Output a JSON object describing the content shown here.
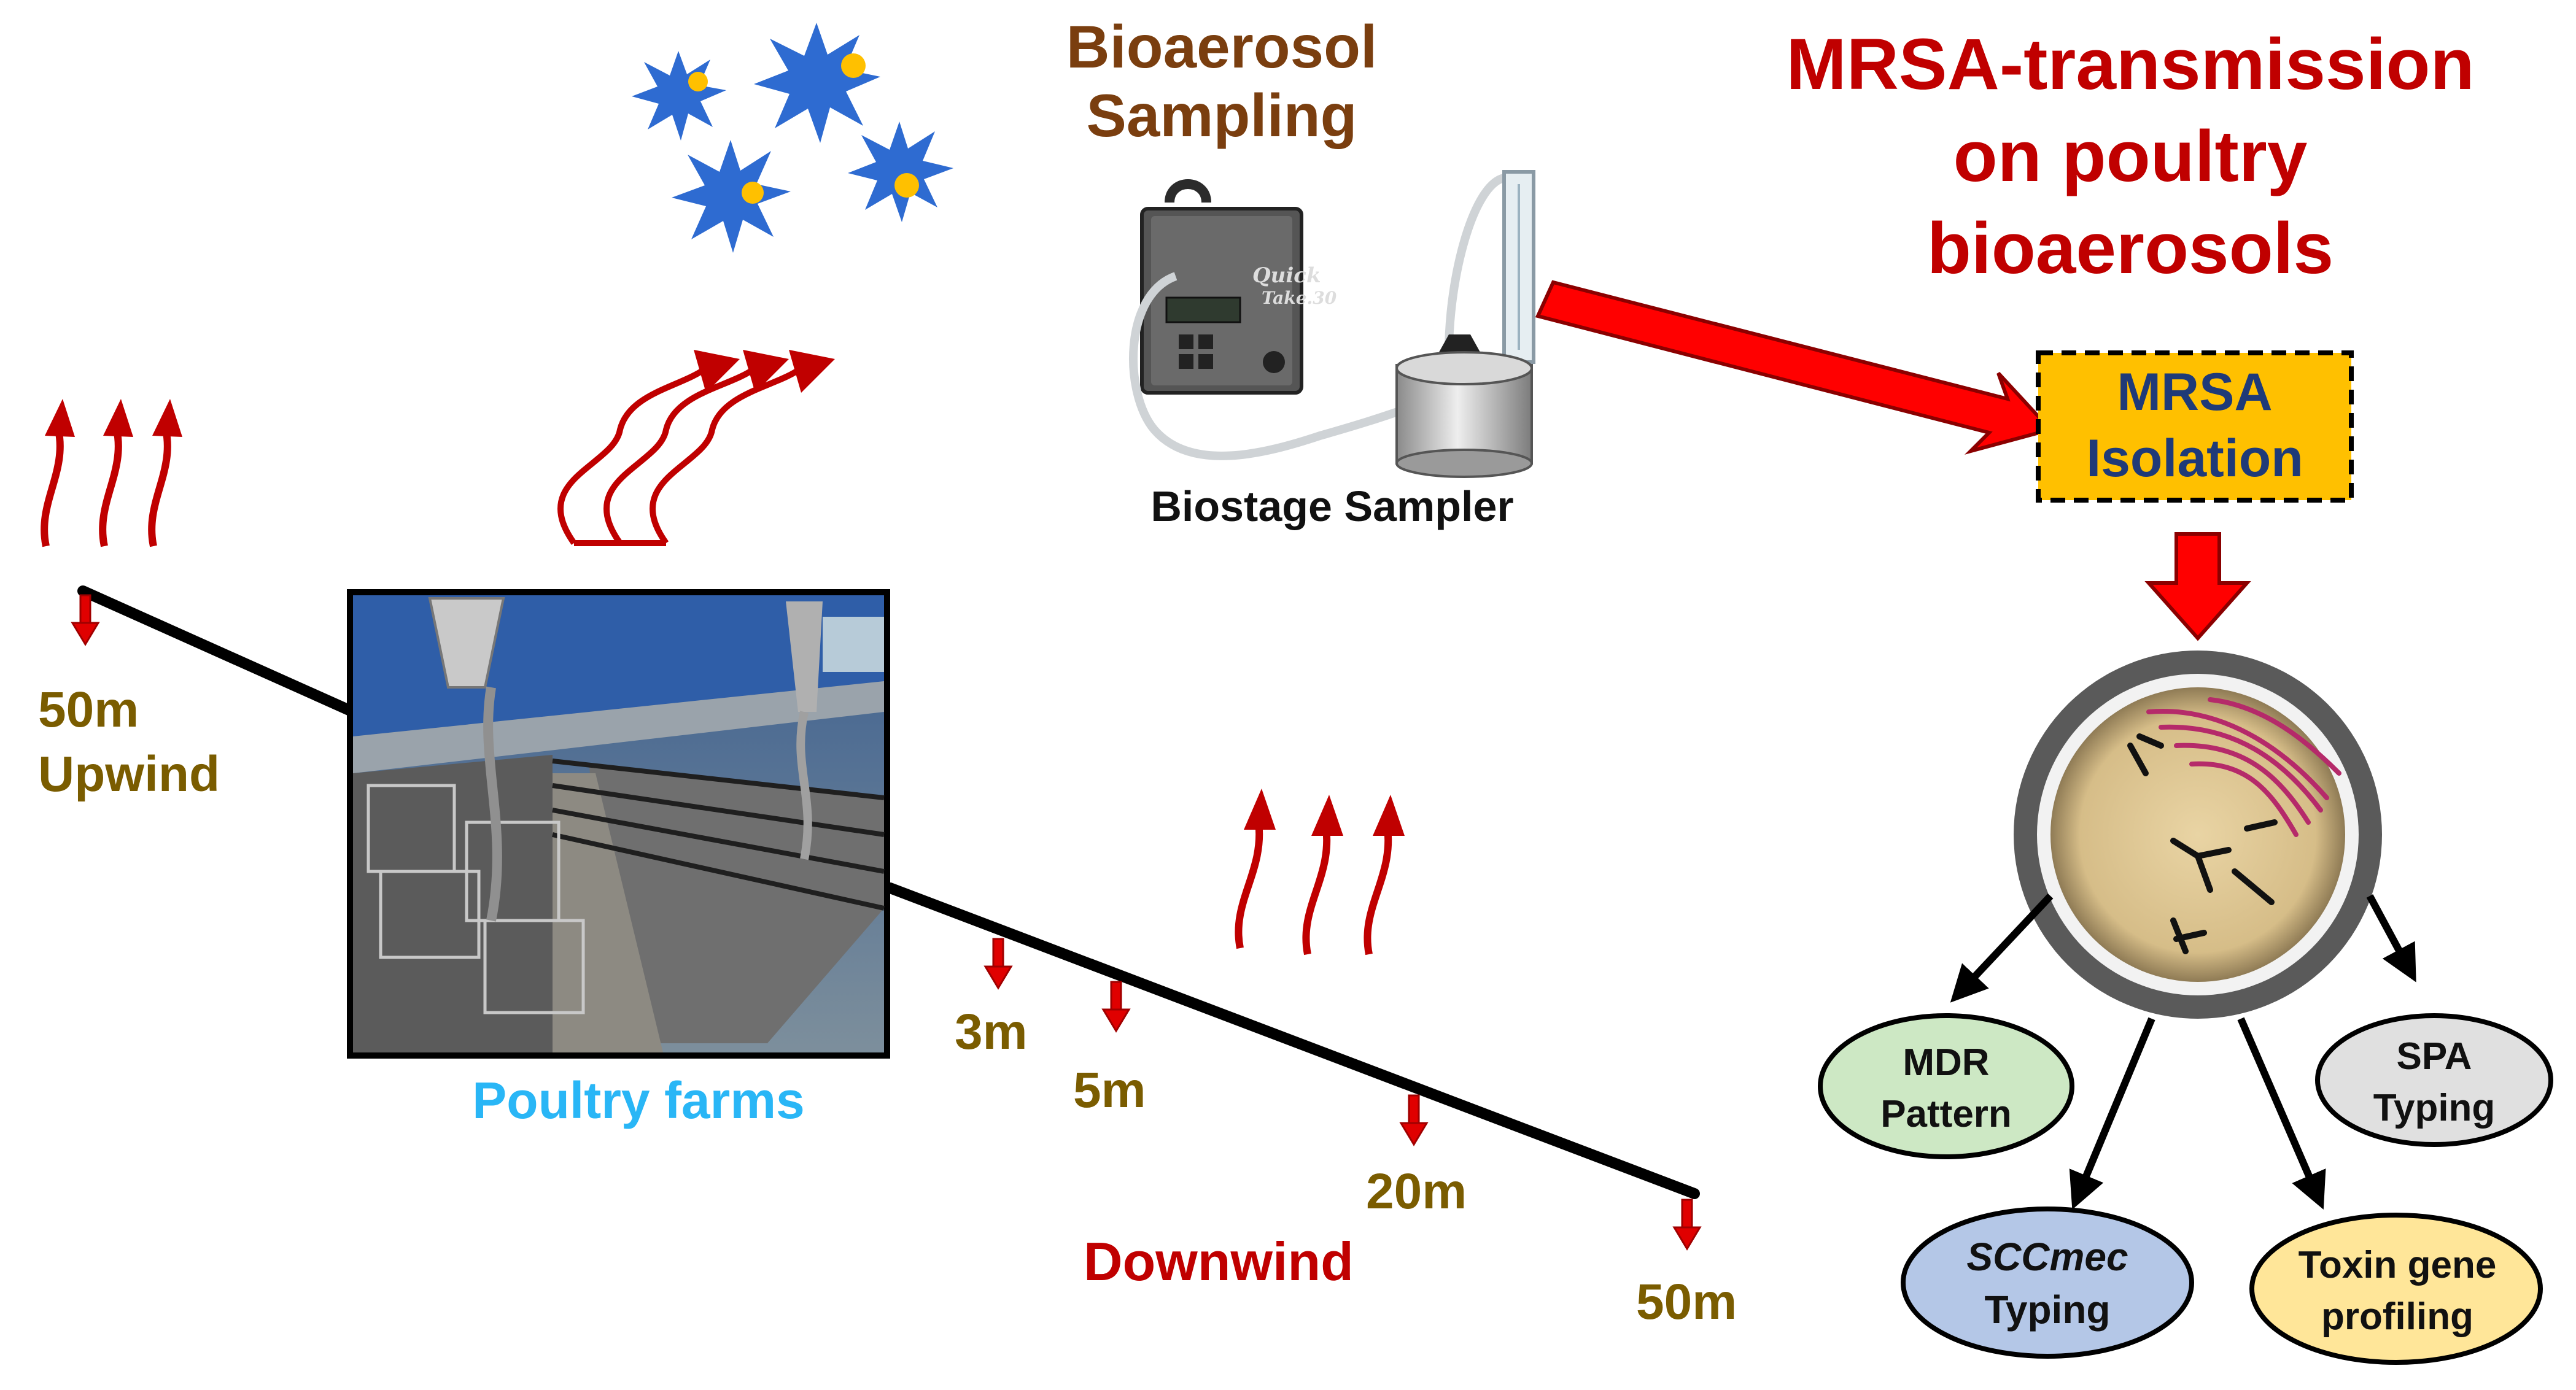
{
  "header": {
    "sampling_line1": "Bioaerosol",
    "sampling_line2": "Sampling",
    "title_line1": "MRSA-transmission",
    "title_line2": "on poultry",
    "title_line3": "bioaerosols"
  },
  "sampler": {
    "label": "Biostage Sampler",
    "brand_line1": "Quick",
    "brand_line2": "Take.30"
  },
  "farm": {
    "label": "Poultry farms"
  },
  "upwind": {
    "distance": "50m",
    "label": "Upwind"
  },
  "downwind": {
    "label": "Downwind",
    "distances": [
      "3m",
      "5m",
      "20m",
      "50m"
    ]
  },
  "isolation": {
    "line1": "MRSA",
    "line2": "Isolation"
  },
  "typing": {
    "mdr": {
      "line1": "MDR",
      "line2": "Pattern"
    },
    "spa": {
      "line1": "SPA",
      "line2": "Typing"
    },
    "sccmec": {
      "line1": "SCCmec",
      "line2": "Typing"
    },
    "toxin": {
      "line1": "Toxin gene",
      "line2": "profiling"
    }
  },
  "colors": {
    "title_red": "#c00000",
    "sampling_brown": "#7a3e0f",
    "distance_olive": "#7a5c00",
    "farm_blue": "#29b6f6",
    "arrow_red": "#e00000",
    "isolation_fill": "#ffc000",
    "mdr_fill": "#cde8c4",
    "spa_fill": "#e0e0e0",
    "sccmec_fill": "#b4c7e7",
    "toxin_fill": "#ffe699",
    "particle_blue": "#2e6bd1",
    "particle_core": "#ffc000"
  }
}
